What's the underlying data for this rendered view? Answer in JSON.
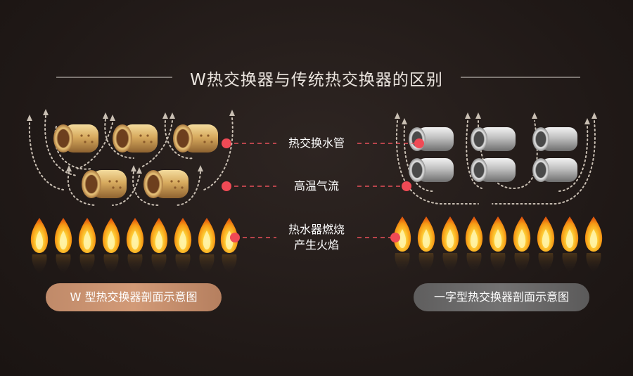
{
  "title": "W热交换器与传统热交换器的区别",
  "labels": {
    "tube": "热交换水管",
    "airflow": "高温气流",
    "flame_line1": "热水器燃烧",
    "flame_line2": "产生火焰"
  },
  "captions": {
    "left": "W 型热交换器剖面示意图",
    "right": "一字型热交换器剖面示意图"
  },
  "colors": {
    "background": "#221b19",
    "marker": "#f04a55",
    "copper": "#c99a55",
    "steel": "#b8b8b8",
    "flame_outer": "#f07a12",
    "flame_inner": "#ffd640",
    "left_pill": "#c98f6c",
    "right_pill": "#6a6969"
  }
}
